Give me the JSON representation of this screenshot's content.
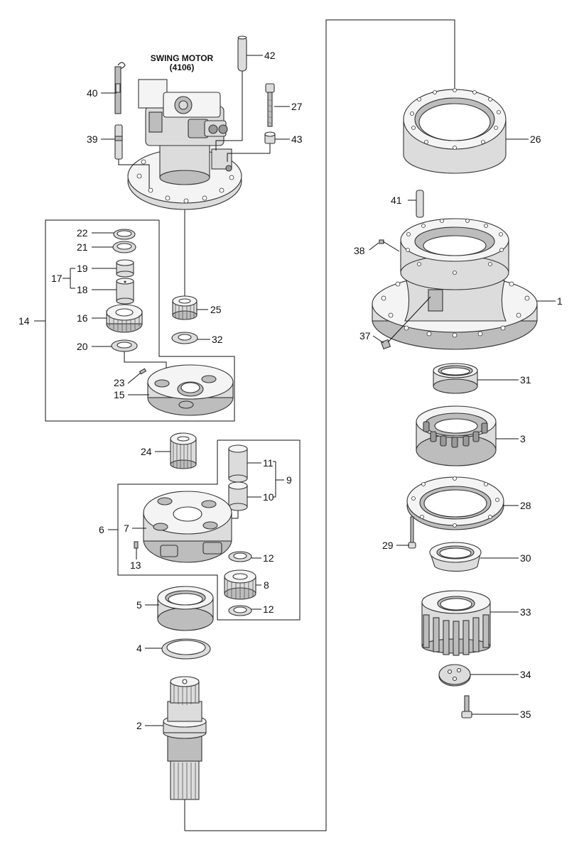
{
  "title": {
    "line1": "SWING MOTOR",
    "line2": "(4106)"
  },
  "callouts": {
    "c1": "1",
    "c2": "2",
    "c3": "3",
    "c4": "4",
    "c5": "5",
    "c6": "6",
    "c7": "7",
    "c8": "8",
    "c9": "9",
    "c10": "10",
    "c11": "11",
    "c12a": "12",
    "c12b": "12",
    "c13": "13",
    "c14": "14",
    "c15": "15",
    "c16": "16",
    "c17": "17",
    "c18": "18",
    "c19": "19",
    "c20": "20",
    "c21": "21",
    "c22": "22",
    "c23": "23",
    "c24": "24",
    "c25": "25",
    "c26": "26",
    "c27": "27",
    "c28": "28",
    "c29": "29",
    "c30": "30",
    "c31": "31",
    "c32": "32",
    "c33": "33",
    "c34": "34",
    "c35": "35",
    "c37": "37",
    "c38": "38",
    "c39": "39",
    "c40": "40",
    "c41": "41",
    "c42": "42",
    "c43": "43"
  }
}
